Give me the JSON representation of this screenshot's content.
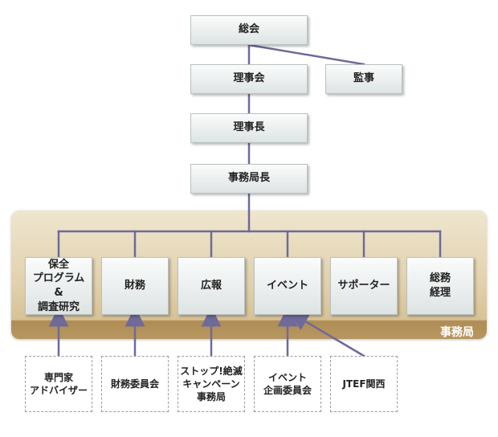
{
  "colors": {
    "connector": "#6f6a9a",
    "secretariat_bg": "#e2d2ae",
    "box_border": "#b9c1c1"
  },
  "nodes": {
    "general_assembly": "総会",
    "board": "理事会",
    "auditor": "監事",
    "chairman": "理事長",
    "secretary_general": "事務局長"
  },
  "secretariat": {
    "label": "事務局",
    "departments": [
      {
        "label": "保全\nプログラム\n&\n調査研究"
      },
      {
        "label": "財務"
      },
      {
        "label": "広報"
      },
      {
        "label": "イベント"
      },
      {
        "label": "サポーター"
      },
      {
        "label": "総務\n経理"
      }
    ]
  },
  "committees": [
    {
      "label": "専門家\nアドバイザー"
    },
    {
      "label": "財務委員会"
    },
    {
      "label": "ストップ!絶滅\nキャンペーン\n事務局"
    },
    {
      "label": "イベント\n企画委員会"
    },
    {
      "label": "JTEF関西"
    }
  ]
}
